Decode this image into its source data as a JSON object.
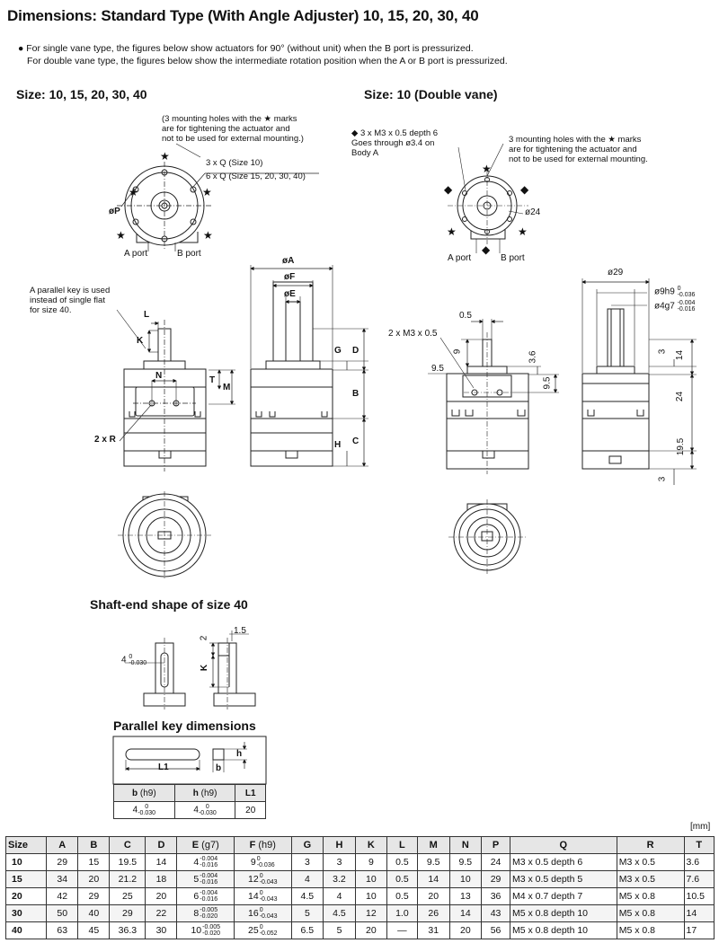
{
  "page": {
    "title": "Dimensions: Standard Type (With Angle Adjuster) 10, 15, 20, 30, 40",
    "notes": [
      "● For single vane type, the figures below show actuators for 90° (without unit) when the B port is pressurized.",
      "For double vane type, the figures below show the intermediate rotation position when the A or B port is pressurized."
    ]
  },
  "left_drawing": {
    "heading": "Size: 10, 15, 20, 30, 40",
    "mount_note": [
      "(3 mounting holes with the ★ marks",
      "are for tightening the actuator and",
      "not to be used for external mounting.)"
    ],
    "q_labels": [
      "3 x Q (Size 10)",
      "6 x Q (Size 15, 20, 30, 40)"
    ],
    "phi_p": "øP",
    "a_port": "A port",
    "b_port": "B port",
    "key_note": [
      "A parallel key is used",
      "instead of single flat",
      "for size 40."
    ],
    "dims": {
      "L": "L",
      "K": "K",
      "N": "N",
      "T": "T",
      "M": "M",
      "R": "2 x R",
      "A": "øA",
      "F": "øF",
      "E": "øE",
      "G": "G",
      "D": "D",
      "B": "B",
      "H": "H",
      "C": "C"
    }
  },
  "right_drawing": {
    "heading": "Size: 10 (Double vane)",
    "diamond_note": [
      "◆ 3 x M3 x 0.5 depth 6",
      "Goes through ø3.4 on",
      "Body A"
    ],
    "mount_note": [
      "3 mounting holes with the ★ marks",
      "are for tightening the actuator and",
      "not to be used for external mounting."
    ],
    "phi24": "ø24",
    "a_port": "A port",
    "b_port": "B port",
    "dims": {
      "d05": "0.5",
      "m3": "2 x M3 x 0.5",
      "d9": "9",
      "d95a": "9.5",
      "d36": "3.6",
      "d95b": "9.5",
      "d29": "ø29",
      "d9h9": "ø9h9",
      "d9h9_tol_up": "0",
      "d9h9_tol_dn": "-0.036",
      "d4g7": "ø4g7",
      "d4g7_tol_up": "-0.004",
      "d4g7_tol_dn": "-0.016",
      "d3a": "3",
      "d14": "14",
      "d24": "24",
      "d195": "19.5",
      "d3b": "3"
    }
  },
  "shaft_end": {
    "heading": "Shaft-end shape of size 40",
    "dim4": "4",
    "dim4_up": "0",
    "dim4_dn": "-0.030",
    "dim15": "1.5",
    "dim2": "2",
    "dimK": "K"
  },
  "parallel_key": {
    "heading": "Parallel key dimensions",
    "labels": {
      "L1": "L1",
      "b": "b",
      "h": "h"
    },
    "headers": [
      {
        "main": "b",
        "sub": " (h9)"
      },
      {
        "main": "h",
        "sub": " (h9)"
      },
      {
        "main": "L1",
        "sub": ""
      }
    ],
    "values": {
      "b": "4",
      "b_up": "0",
      "b_dn": "-0.030",
      "h": "4",
      "h_up": "0",
      "h_dn": "-0.030",
      "l1": "20"
    }
  },
  "table": {
    "unit": "[mm]",
    "headers": [
      "Size",
      "A",
      "B",
      "C",
      "D",
      "E",
      "F",
      "G",
      "H",
      "K",
      "L",
      "M",
      "N",
      "P",
      "Q",
      "R",
      "T"
    ],
    "header_subs": {
      "E": " (g7)",
      "F": " (h9)"
    },
    "rows": [
      {
        "size": "10",
        "A": "29",
        "B": "15",
        "C": "19.5",
        "D": "14",
        "E": "4",
        "E_up": "-0.004",
        "E_dn": "-0.016",
        "F": "9",
        "F_up": "0",
        "F_dn": "-0.036",
        "G": "3",
        "H": "3",
        "K": "9",
        "L": "0.5",
        "M": "9.5",
        "N": "9.5",
        "P": "24",
        "Q": "M3 x 0.5 depth 6",
        "R": "M3 x 0.5",
        "T": "3.6"
      },
      {
        "size": "15",
        "A": "34",
        "B": "20",
        "C": "21.2",
        "D": "18",
        "E": "5",
        "E_up": "-0.004",
        "E_dn": "-0.016",
        "F": "12",
        "F_up": "0",
        "F_dn": "-0.043",
        "G": "4",
        "H": "3.2",
        "K": "10",
        "L": "0.5",
        "M": "14",
        "N": "10",
        "P": "29",
        "Q": "M3 x 0.5 depth 5",
        "R": "M3 x 0.5",
        "T": "7.6"
      },
      {
        "size": "20",
        "A": "42",
        "B": "29",
        "C": "25",
        "D": "20",
        "E": "6",
        "E_up": "-0.004",
        "E_dn": "-0.016",
        "F": "14",
        "F_up": "0",
        "F_dn": "-0.043",
        "G": "4.5",
        "H": "4",
        "K": "10",
        "L": "0.5",
        "M": "20",
        "N": "13",
        "P": "36",
        "Q": "M4 x 0.7 depth 7",
        "R": "M5 x 0.8",
        "T": "10.5"
      },
      {
        "size": "30",
        "A": "50",
        "B": "40",
        "C": "29",
        "D": "22",
        "E": "8",
        "E_up": "-0.005",
        "E_dn": "-0.020",
        "F": "16",
        "F_up": "0",
        "F_dn": "-0.043",
        "G": "5",
        "H": "4.5",
        "K": "12",
        "L": "1.0",
        "M": "26",
        "N": "14",
        "P": "43",
        "Q": "M5 x 0.8 depth 10",
        "R": "M5 x 0.8",
        "T": "14"
      },
      {
        "size": "40",
        "A": "63",
        "B": "45",
        "C": "36.3",
        "D": "30",
        "E": "10",
        "E_up": "-0.005",
        "E_dn": "-0.020",
        "F": "25",
        "F_up": "0",
        "F_dn": "-0.052",
        "G": "6.5",
        "H": "5",
        "K": "20",
        "L": "—",
        "M": "31",
        "N": "20",
        "P": "56",
        "Q": "M5 x 0.8 depth 10",
        "R": "M5 x 0.8",
        "T": "17"
      }
    ]
  }
}
